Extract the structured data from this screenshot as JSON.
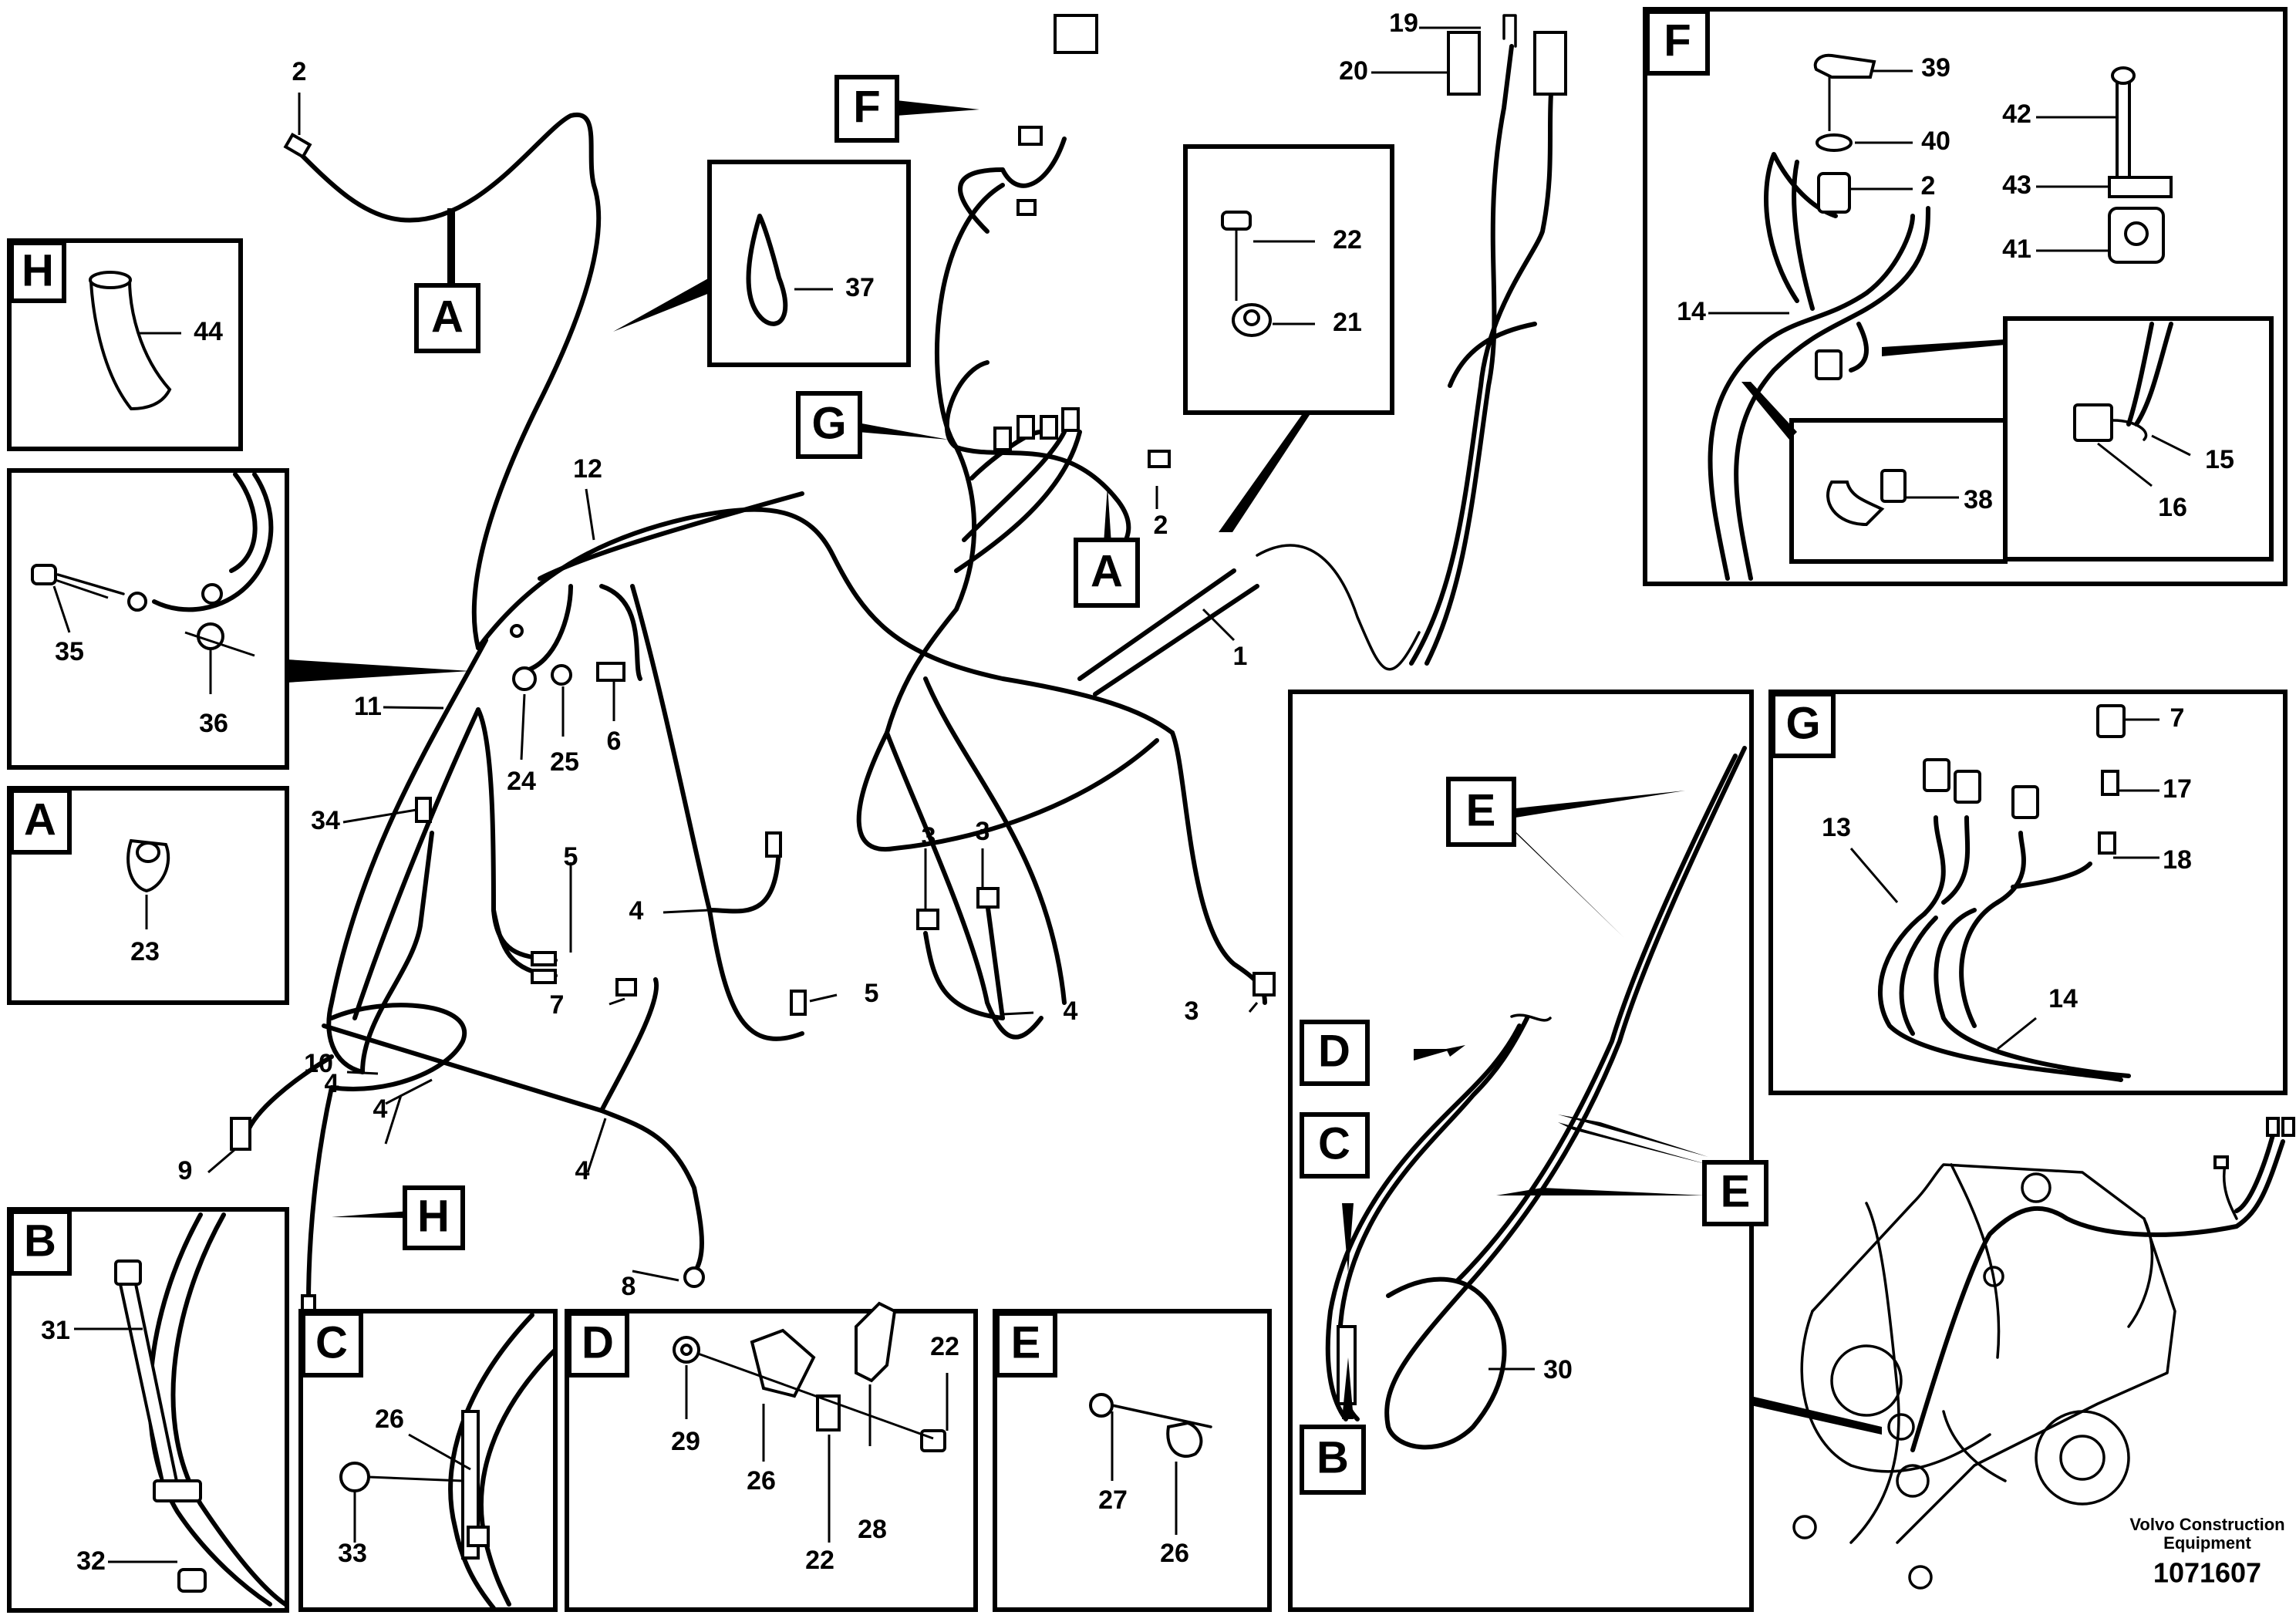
{
  "diagram": {
    "panel_letters": [
      "A",
      "B",
      "C",
      "D",
      "E",
      "F",
      "G",
      "H"
    ],
    "numbers": [
      "1",
      "2",
      "3",
      "4",
      "5",
      "6",
      "7",
      "8",
      "9",
      "10",
      "11",
      "12",
      "13",
      "14",
      "15",
      "16",
      "17",
      "18",
      "19",
      "20",
      "21",
      "22",
      "23",
      "24",
      "25",
      "26",
      "27",
      "28",
      "29",
      "30",
      "31",
      "32",
      "33",
      "34",
      "35",
      "36",
      "37",
      "38",
      "39",
      "40",
      "41",
      "42",
      "43",
      "44"
    ],
    "footer": {
      "brand_line1": "Volvo Construction",
      "brand_line2": "Equipment",
      "doc_number": "1071607"
    }
  }
}
